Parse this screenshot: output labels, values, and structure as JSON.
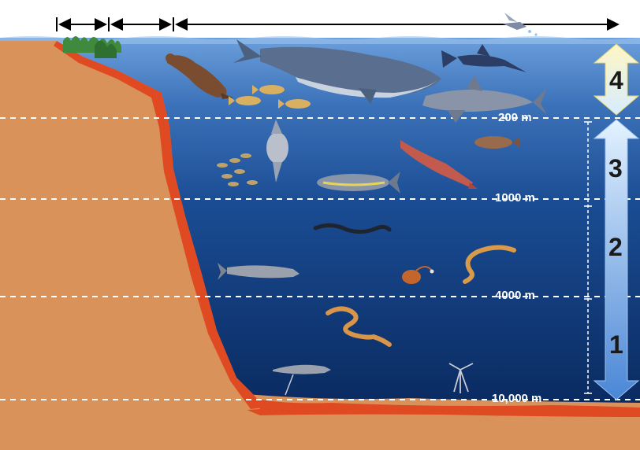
{
  "diagram": {
    "depth_markers": [
      "200 m",
      "1000 m",
      "4000 m",
      "10,000 m"
    ],
    "zone_numbers": [
      "4",
      "3",
      "2",
      "1"
    ],
    "organisms": [
      "seaweed-icon",
      "sea-lion-icon",
      "whale-icon",
      "marlin-icon",
      "flying-fish-icon",
      "small-fish-icon",
      "shark-icon",
      "sunfish-icon",
      "squid-icon",
      "tuna-icon",
      "rockfish-icon",
      "eel-icon",
      "worm-icon",
      "anglerfish-icon",
      "tripod-fish-icon"
    ],
    "colors": {
      "cliff": "#d9925a",
      "cliff_edge": "#e04a22",
      "water_surface": "#5b8ed0",
      "water_deep": "#0b2d66",
      "dashed_line": "#ffffff",
      "zone_arrow_top": "#fff7c9",
      "zone_arrow_bottom": "#5c9ae0"
    }
  }
}
